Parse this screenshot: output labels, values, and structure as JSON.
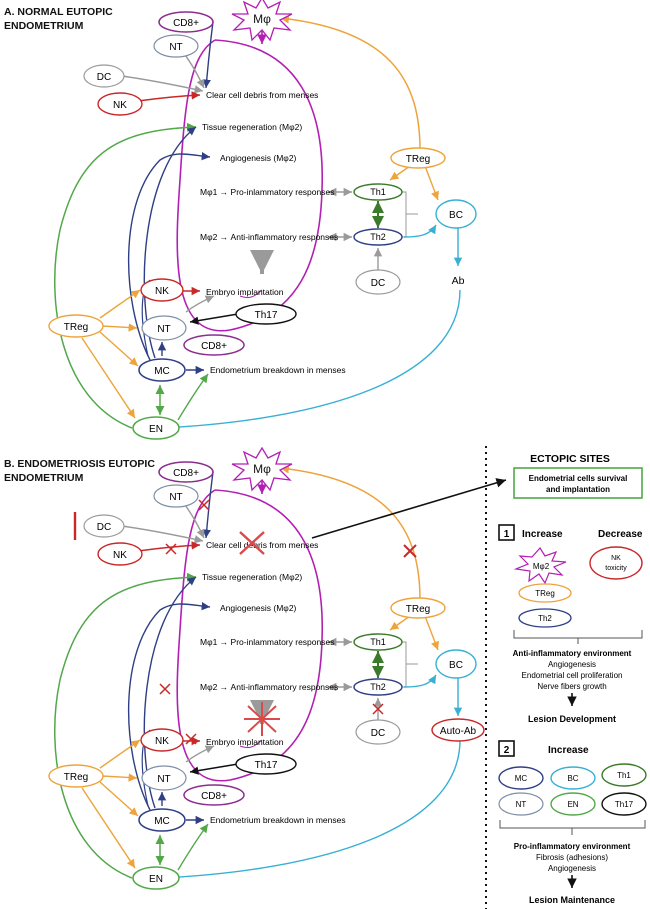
{
  "panel_a": {
    "title_1": "A. NORMAL EUTOPIC",
    "title_2": "ENDOMETRIUM",
    "cells": {
      "mphi": "Mφ",
      "cd8_top": "CD8+",
      "nt_top": "NT",
      "dc_left": "DC",
      "nk_left": "NK",
      "treg_right": "TReg",
      "th1": "Th1",
      "th2": "Th2",
      "bc": "BC",
      "dc_right": "DC",
      "ab": "Ab",
      "nk_low": "NK",
      "treg_left": "TReg",
      "nt_low": "NT",
      "th17": "Th17",
      "cd8_low": "CD8+",
      "mc": "MC",
      "en": "EN"
    },
    "processes": {
      "p1": "Clear cell debris from menses",
      "p2": "Tissue regeneration (Mφ2)",
      "p3": "Angiogenesis (Mφ2)",
      "p4": "Mφ1 → Pro-inlammatory responses",
      "p5": "Mφ2 → Anti-inflammatory responses",
      "p6": "Embryo implantation",
      "p7": "Endometrium breakdown in menses"
    }
  },
  "panel_b": {
    "title_1": "B. ENDOMETRIOSIS EUTOPIC",
    "title_2": "ENDOMETRIUM",
    "cells": {
      "mphi": "Mφ",
      "cd8_top": "CD8+",
      "nt_top": "NT",
      "dc_left": "DC",
      "nk_left": "NK",
      "treg_right": "TReg",
      "th1": "Th1",
      "th2": "Th2",
      "bc": "BC",
      "dc_right": "DC",
      "auto_ab": "Auto-Ab",
      "nk_low": "NK",
      "treg_left": "TReg",
      "nt_low": "NT",
      "th17": "Th17",
      "cd8_low": "CD8+",
      "mc": "MC",
      "en": "EN"
    },
    "processes": {
      "p1": "Clear cell debris from menses",
      "p2": "Tissue regeneration (Mφ2)",
      "p3": "Angiogenesis (Mφ2)",
      "p4": "Mφ1 → Pro-inlammatory responses",
      "p5": "Mφ2 → Anti-inflammatory responses",
      "p6": "Embryo implantation",
      "p7": "Endometrium breakdown in menses"
    }
  },
  "ectopic": {
    "title": "ECTOPIC SITES",
    "box_line1": "Endometrial cells survival",
    "box_line2": "and implantation",
    "s1_num": "1",
    "s1_increase": "Increase",
    "s1_decrease": "Decrease",
    "s1_mphi2": "Mφ2",
    "s1_nk1": "NK",
    "s1_nk2": "toxicity",
    "s1_treg": "TReg",
    "s1_th2": "Th2",
    "s1_env": "Anti-inflammatory environment",
    "s1_l1": "Angiogenesis",
    "s1_l2": "Endometrial cell proliferation",
    "s1_l3": "Nerve fibers growth",
    "s1_result": "Lesion Development",
    "s2_num": "2",
    "s2_increase": "Increase",
    "s2_cells": [
      "MC",
      "BC",
      "Th1",
      "NT",
      "EN",
      "Th17"
    ],
    "s2_env": "Pro-inflammatory environment",
    "s2_l1": "Fibrosis (adhesions)",
    "s2_l2": "Angiogenesis",
    "s2_result": "Lesion Maintenance"
  },
  "colors": {
    "purple": "#8b2d8e",
    "magenta": "#b31fb3",
    "orange": "#eea33b",
    "red": "#c82828",
    "green": "#52a849",
    "navy": "#2f3f86",
    "gray": "#9a9a9a",
    "cyan": "#37b0d4",
    "darkgreen": "#3b7a28",
    "black": "#111111"
  }
}
